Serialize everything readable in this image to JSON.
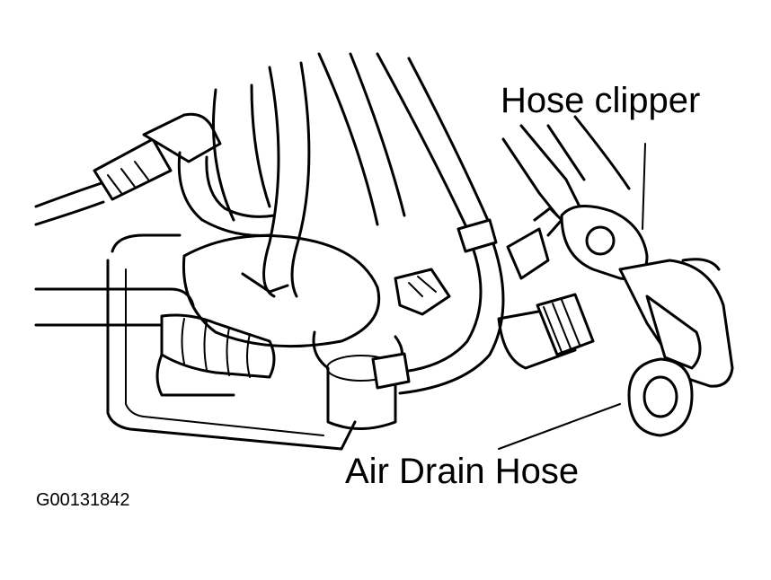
{
  "labels": {
    "hose_clipper": "Hose clipper",
    "air_drain_hose": "Air Drain Hose",
    "figure_code": "G00131842"
  },
  "colors": {
    "ink": "#000000",
    "paper": "#ffffff"
  }
}
